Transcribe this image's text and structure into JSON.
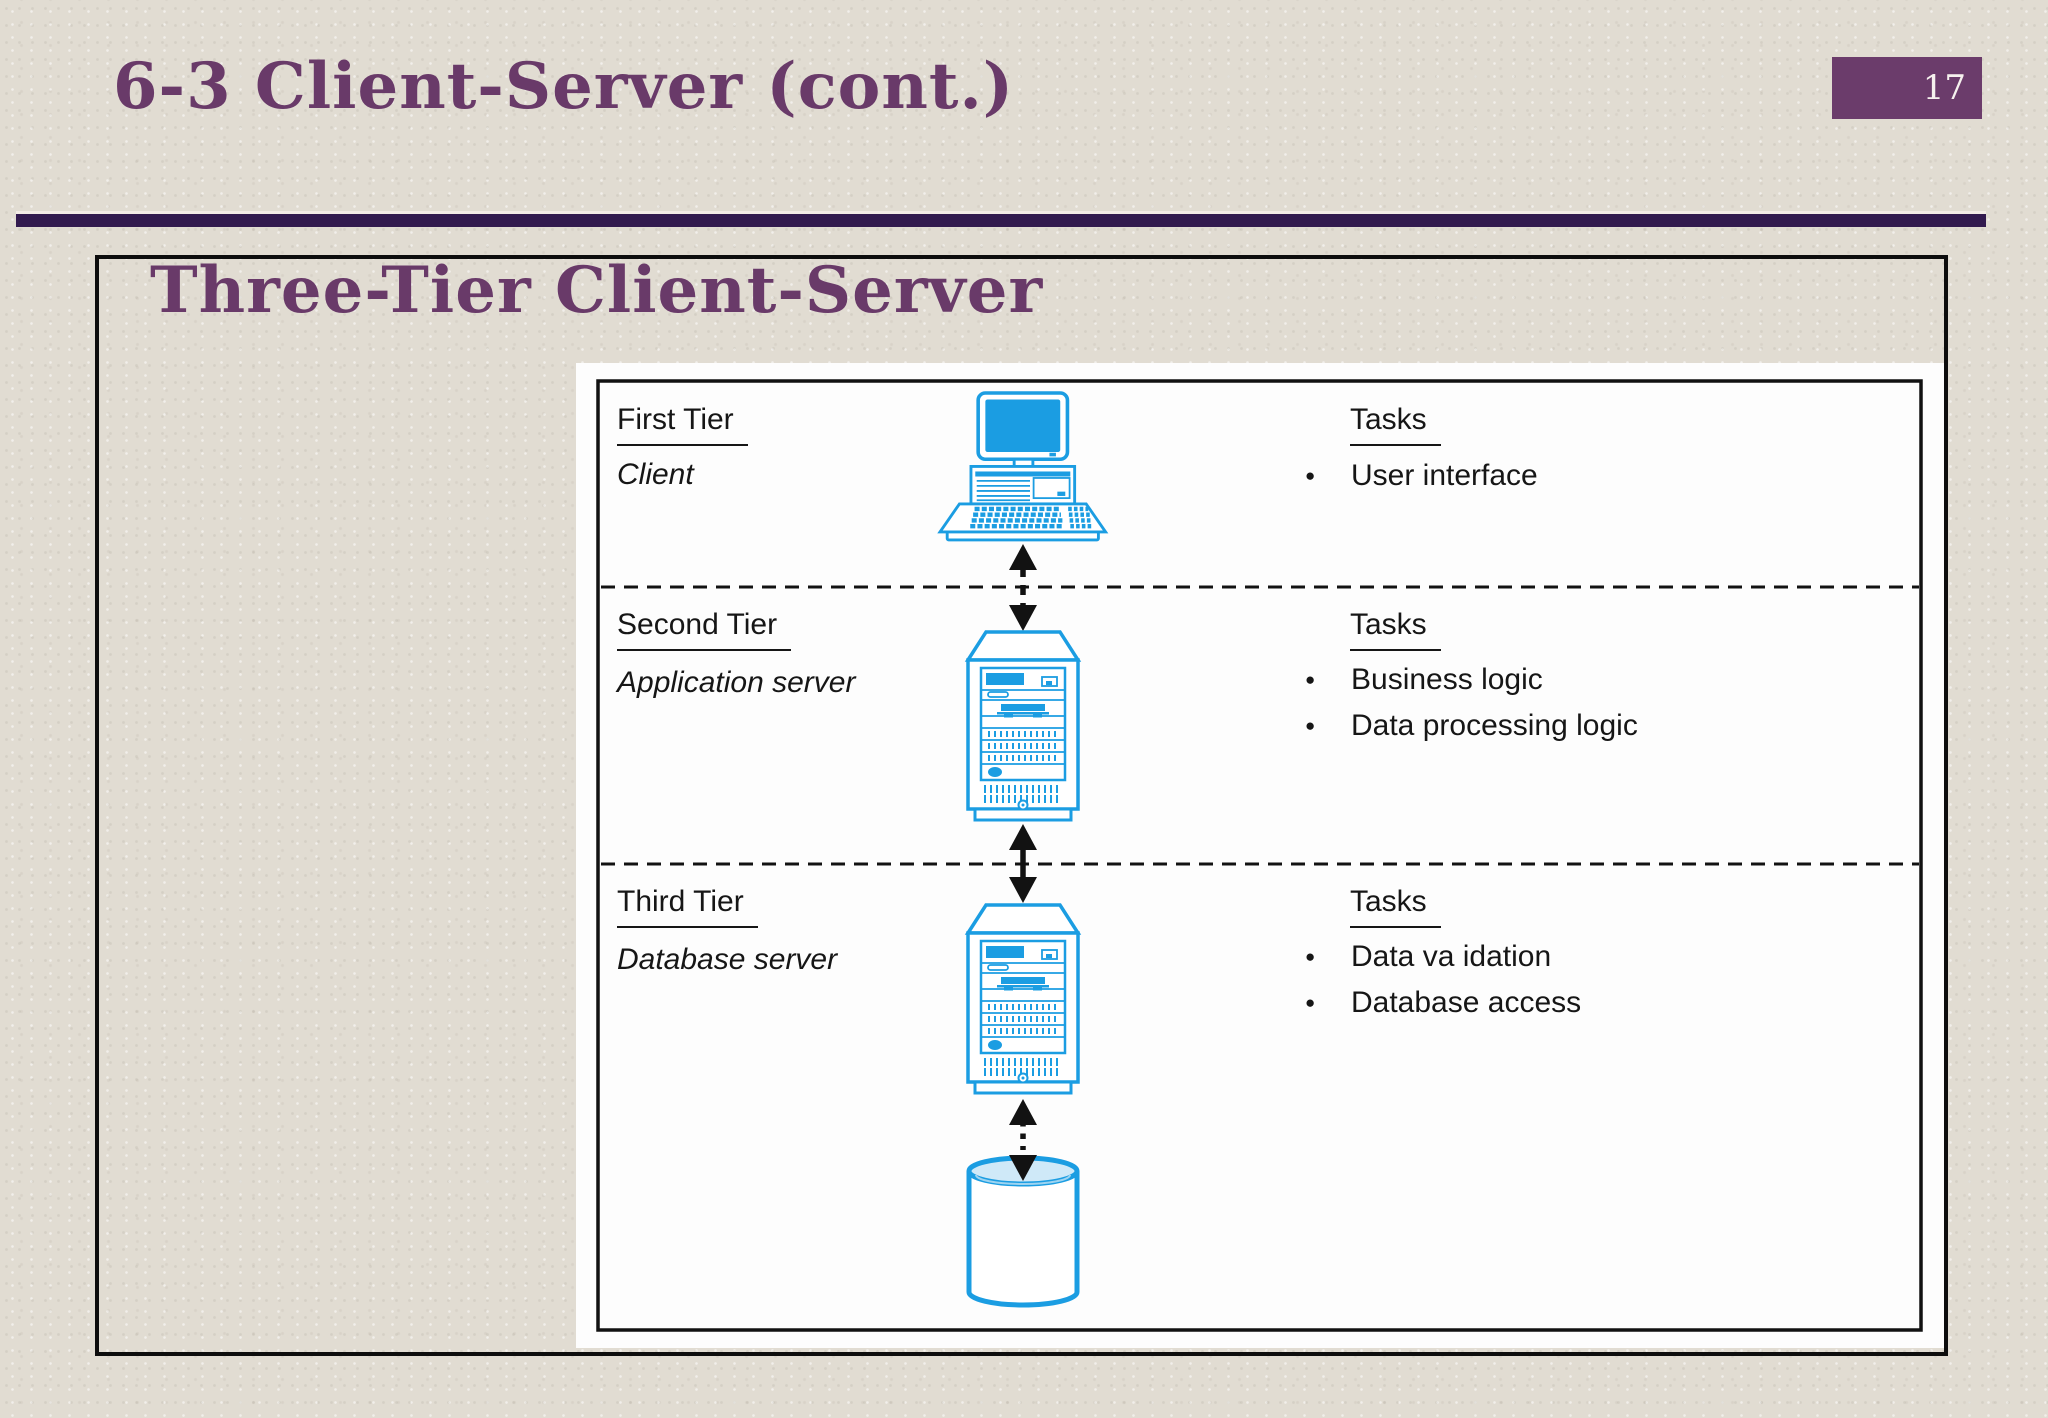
{
  "slide": {
    "title": "6-3 Client-Server (cont.)",
    "page_number": "17",
    "content_heading": "Three-Tier Client-Server"
  },
  "diagram": {
    "tiers": [
      {
        "tier_label": "First Tier",
        "role": "Client",
        "tasks_header": "Tasks",
        "tasks": [
          "User interface"
        ]
      },
      {
        "tier_label": "Second Tier",
        "role": "Application server",
        "tasks_header": "Tasks",
        "tasks": [
          "Business logic",
          "Data processing logic"
        ]
      },
      {
        "tier_label": "Third Tier",
        "role": "Database server",
        "tasks_header": "Tasks",
        "tasks": [
          "Data va idation",
          "Database access"
        ]
      }
    ],
    "icons": {
      "client": "desktop-computer-icon",
      "application_server": "server-tower-icon",
      "database_server": "server-tower-icon",
      "storage": "database-cylinder-icon",
      "links": [
        "double-arrow-dashed",
        "double-arrow-solid",
        "double-arrow-dotted"
      ]
    },
    "colors": {
      "icon_blue": "#1b9de2",
      "icon_blue_light": "#cfe9f8",
      "title_purple": "#693a69",
      "rule_purple": "#321a4e",
      "page_badge_purple": "#6b3c6b",
      "slide_background": "#e1dcd2"
    }
  }
}
